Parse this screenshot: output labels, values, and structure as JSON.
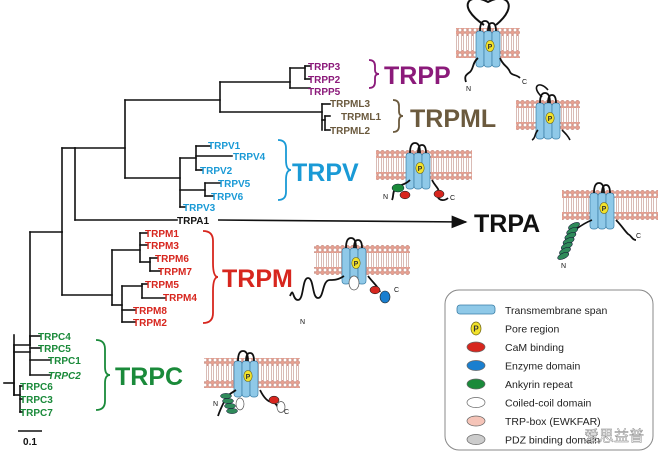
{
  "colors": {
    "trpp": "#8b1a7a",
    "trpml": "#6b5a3e",
    "trpv": "#1a9ad6",
    "trpa": "#111111",
    "trpm": "#d7261e",
    "trpc": "#1a8a3a",
    "membrane_head": "#e7a192",
    "channel": "#8fc9e8",
    "pore": "#f2e22b"
  },
  "families": {
    "trpp": {
      "name": "TRPP",
      "members": [
        "TRPP3",
        "TRPP2",
        "TRPP5"
      ]
    },
    "trpml": {
      "name": "TRPML",
      "members": [
        "TRPML3",
        "TRPML1",
        "TRPML2"
      ]
    },
    "trpv": {
      "name": "TRPV",
      "members": [
        "TRPV1",
        "TRPV4",
        "TRPV2",
        "TRPV5",
        "TRPV6",
        "TRPV3"
      ]
    },
    "trpa": {
      "name": "TRPA",
      "members": [
        "TRPA1"
      ]
    },
    "trpm": {
      "name": "TRPM",
      "members": [
        "TRPM1",
        "TRPM3",
        "TRPM6",
        "TRPM7",
        "TRPM5",
        "TRPM4",
        "TRPM8",
        "TRPM2"
      ]
    },
    "trpc": {
      "name": "TRPC",
      "members": [
        "TRPC4",
        "TRPC5",
        "TRPC1",
        "TRPC2",
        "TRPC6",
        "TRPC3",
        "TRPC7"
      ]
    }
  },
  "scale_bar": "0.1",
  "terminal_labels": {
    "n": "N",
    "c": "C"
  },
  "pore_letter": "P",
  "legend": [
    {
      "label": "Transmembrane span",
      "icon": "cylinder"
    },
    {
      "label": "Pore region",
      "icon": "pore-p"
    },
    {
      "label": "CaM binding",
      "color": "#d7261e"
    },
    {
      "label": "Enzyme domain",
      "color": "#1a7fcf"
    },
    {
      "label": "Ankyrin repeat",
      "color": "#1a8a3a"
    },
    {
      "label": "Coiled-coil domain",
      "color": "#ffffff"
    },
    {
      "label": "TRP-box (EWKFAR)",
      "color": "#f5c4b8"
    },
    {
      "label": "PDZ binding domain",
      "color": "#cccccc"
    }
  ],
  "watermark": "爱思益普"
}
